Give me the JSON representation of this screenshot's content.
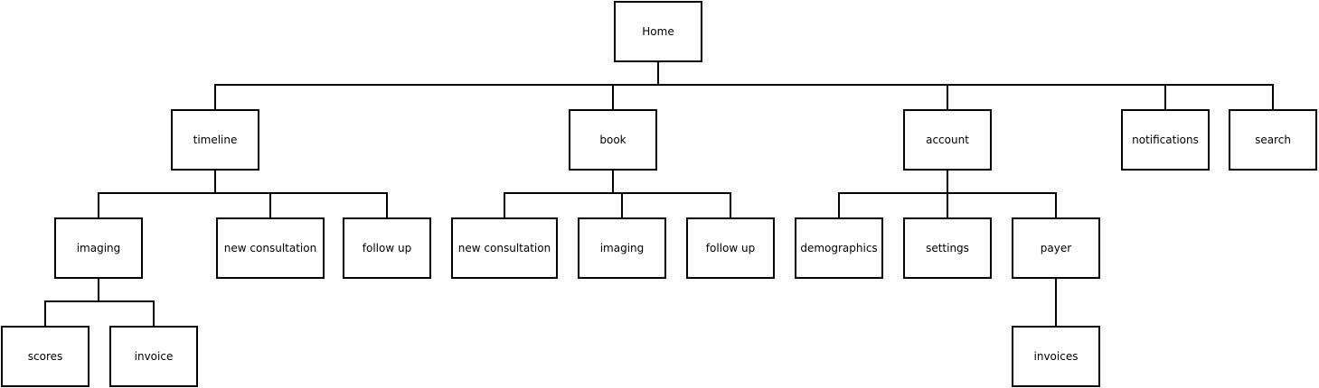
{
  "sitemap": {
    "root": {
      "label": "Home",
      "children": [
        {
          "label": "timeline",
          "children": [
            {
              "label": "imaging",
              "children": [
                {
                  "label": "scores"
                },
                {
                  "label": "invoice"
                }
              ]
            },
            {
              "label": "new consultation"
            },
            {
              "label": "follow up"
            }
          ]
        },
        {
          "label": "book",
          "children": [
            {
              "label": "new consultation"
            },
            {
              "label": "imaging"
            },
            {
              "label": "follow up"
            }
          ]
        },
        {
          "label": "account",
          "children": [
            {
              "label": "demographics"
            },
            {
              "label": "settings"
            },
            {
              "label": "payer",
              "children": [
                {
                  "label": "invoices"
                }
              ]
            }
          ]
        },
        {
          "label": "notifications"
        },
        {
          "label": "search"
        }
      ]
    }
  }
}
